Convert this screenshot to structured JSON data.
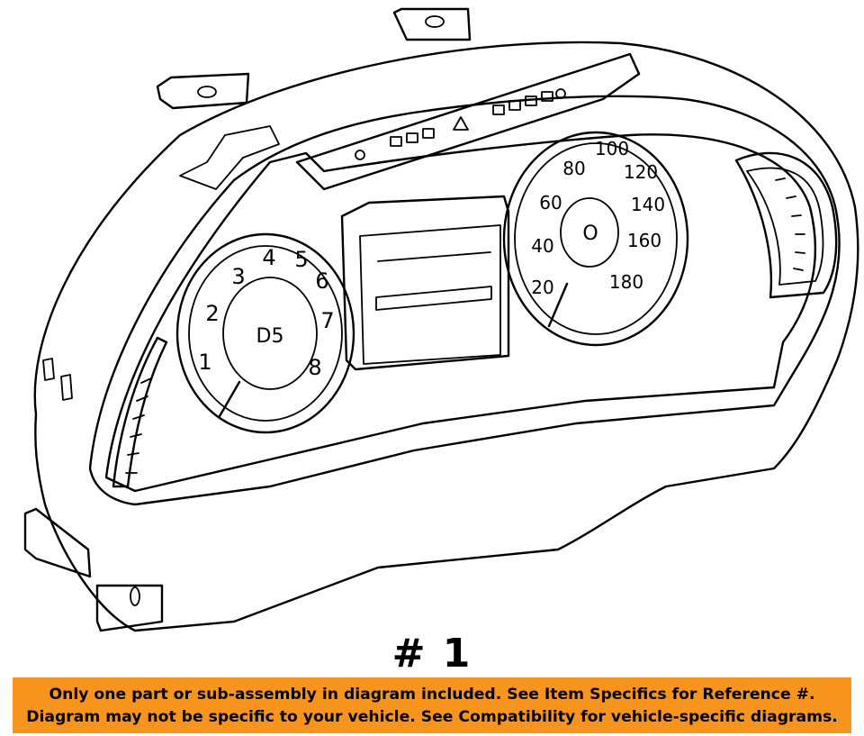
{
  "diagram": {
    "tach": {
      "numbers": [
        "1",
        "2",
        "3",
        "4",
        "5",
        "6",
        "7",
        "8"
      ],
      "gear_display": "D5"
    },
    "speedo": {
      "numbers": [
        "20",
        "40",
        "60",
        "80",
        "100",
        "120",
        "140",
        "160",
        "180"
      ],
      "center_mark": "O"
    }
  },
  "part_number": "# 1",
  "notice": {
    "line1": "Only one part or sub-assembly in diagram included. See Item Specifics for Reference #.",
    "line2": "Diagram may not be specific to your vehicle. See Compatibility for vehicle-specific diagrams."
  },
  "colors": {
    "notice_background": "#f6941d",
    "line": "#000000",
    "background": "#ffffff"
  }
}
